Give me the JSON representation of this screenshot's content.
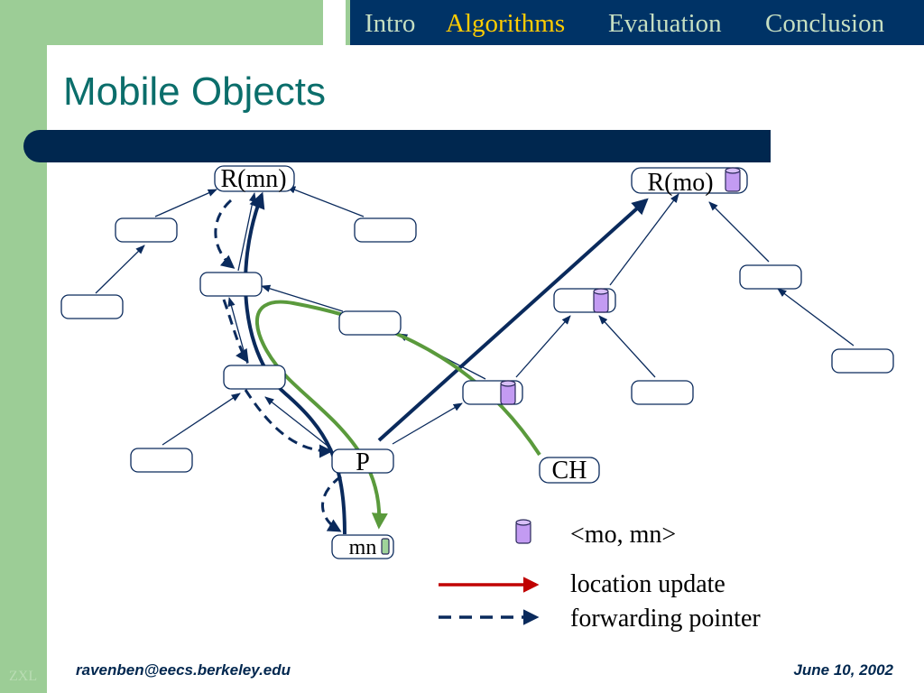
{
  "nav": {
    "items": [
      {
        "label": "Intro",
        "active": false
      },
      {
        "label": "Algorithms",
        "active": true
      },
      {
        "label": "Evaluation",
        "active": false
      },
      {
        "label": "Conclusion",
        "active": false
      }
    ]
  },
  "slide": {
    "title": "Mobile Objects"
  },
  "diagram": {
    "node_labels": {
      "r_mn": "R(mn)",
      "r_mo": "R(mo)",
      "p": "P",
      "ch": "CH",
      "mn": "mn"
    }
  },
  "legend": {
    "cylinder_label": "<mo, mn>",
    "location_update": "location update",
    "forwarding_pointer": "forwarding pointer"
  },
  "footer": {
    "email": "ravenben@eecs.berkeley.edu",
    "date": "June 10, 2002",
    "initials": "ZXL"
  },
  "colors": {
    "nav_bg": "#003366",
    "nav_text": "#c6dfc2",
    "nav_active": "#ffcc00",
    "title_text": "#0b6e6b",
    "sidebar_green": "#9ccd96",
    "route_navy": "#0a2a5c",
    "path_green": "#5a9a3c",
    "cylinder_purple": "#c39bf2",
    "legend_red": "#c00000"
  }
}
